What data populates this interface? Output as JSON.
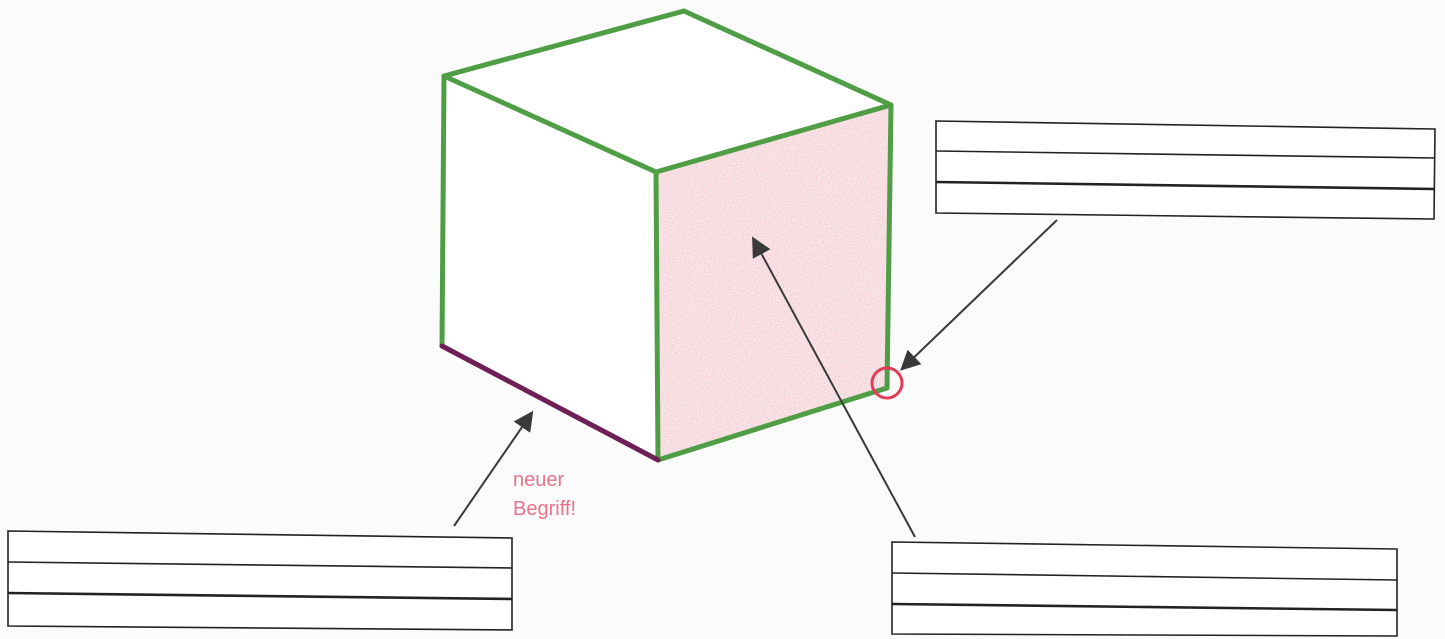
{
  "note": {
    "lines": [
      "neuer",
      "Begriff!"
    ]
  },
  "colors": {
    "background": "#fbfbfb",
    "cube_edges": "#4f9e45",
    "highlighted_edge": "#6e1f55",
    "shaded_face": "#f3c4cc",
    "vertex_circle": "#e23c58",
    "note_text": "#e8748a",
    "arrows": "#3a3a3a",
    "answer_box_lines": "#222222"
  },
  "answer_boxes": [
    {
      "id": "top-right",
      "lines": 3
    },
    {
      "id": "bottom-left",
      "lines": 3
    },
    {
      "id": "bottom-right",
      "lines": 3
    }
  ]
}
